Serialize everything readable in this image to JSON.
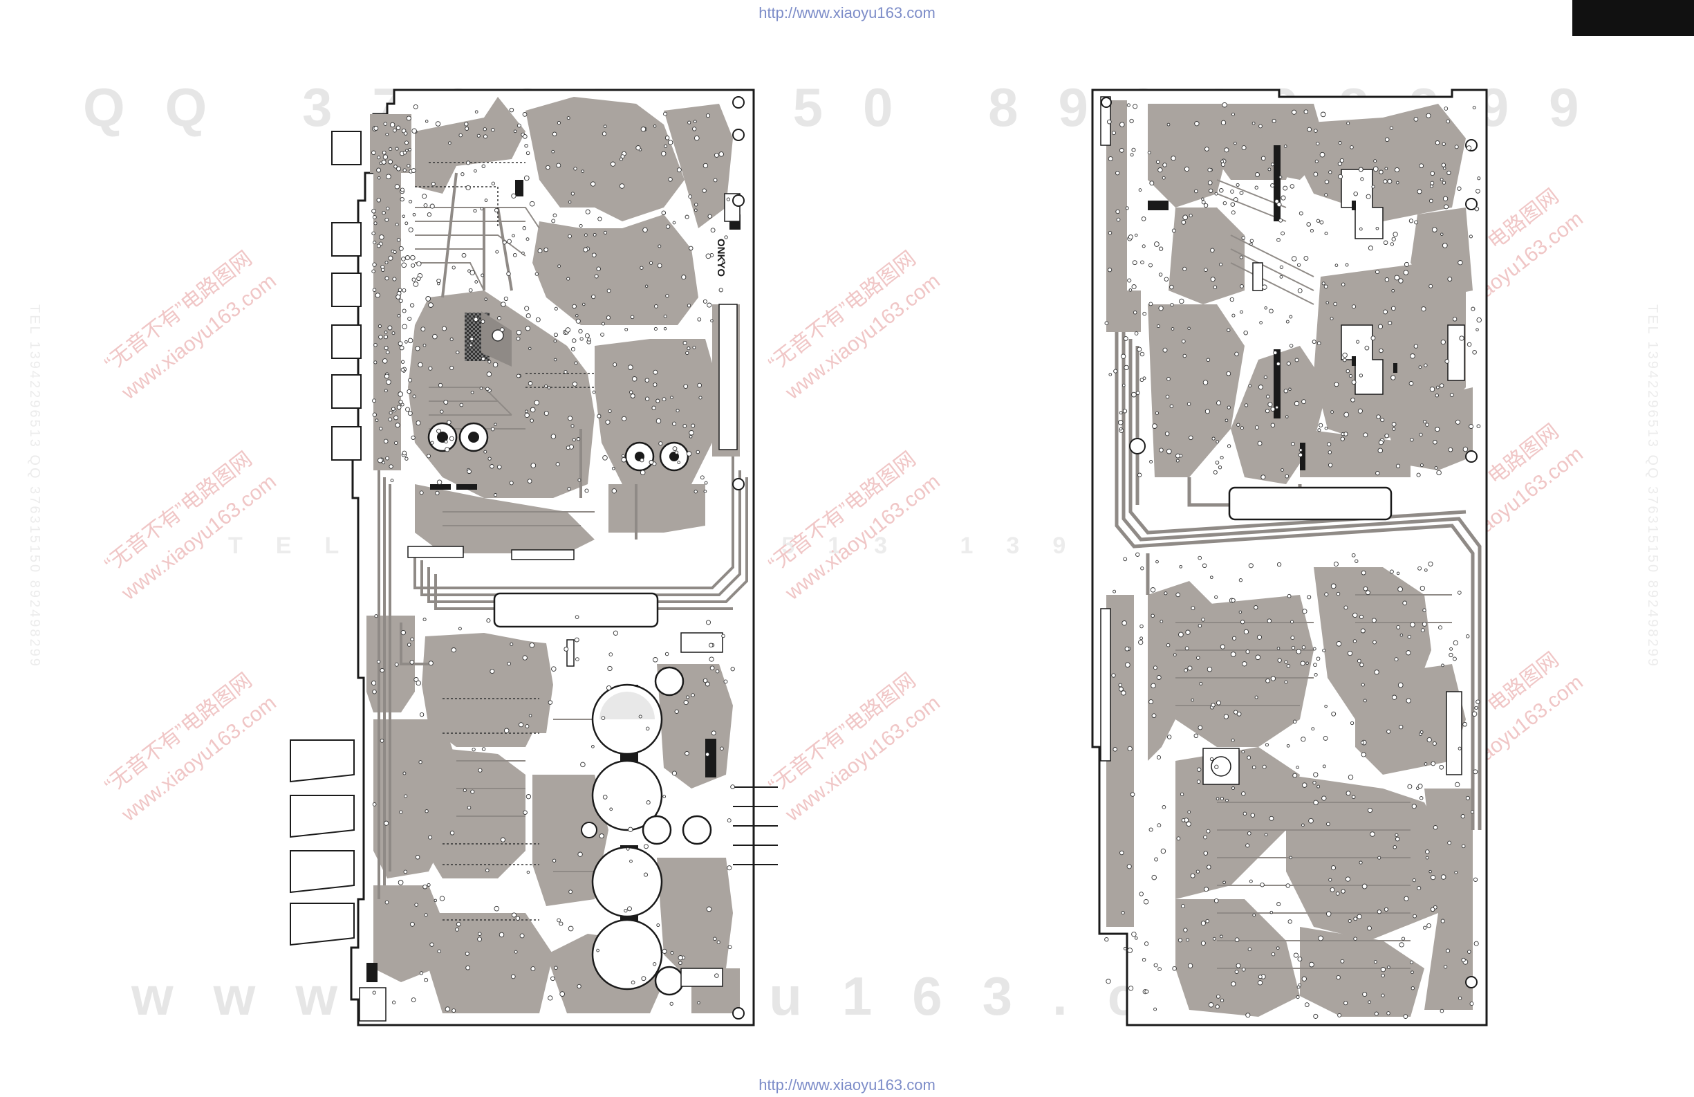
{
  "header": {
    "url": "http://www.xiaoyu163.com"
  },
  "footer": {
    "url": "http://www.xiaoyu163.com"
  },
  "board_left": {
    "brand_mark": "ONKYO"
  },
  "watermarks": {
    "qq_line": "QQ 376315150 892498299",
    "tel_line": "TEL 13942296513 13942296513",
    "www_line": "www.xiaoyu163.com",
    "vertical_left": "TEL 13942296513 QQ 376315150 892498299",
    "vertical_right": "TEL 13942296513 QQ 376315150 892498299",
    "red_stamps": [
      {
        "cn": "“无音不有”电路图网",
        "en": "www.xiaoyu163.com"
      },
      {
        "cn": "“无音不有”电路图网",
        "en": "www.xiaoyu163.com"
      },
      {
        "cn": "“无音不有”电路图网",
        "en": "www.xiaoyu163.com"
      },
      {
        "cn": "“无音不有”电路图网",
        "en": "www.xiaoyu163.com"
      },
      {
        "cn": "“无音不有”电路图网",
        "en": "www.xiaoyu163.com"
      },
      {
        "cn": "“无音不有”电路图网",
        "en": "www.xiaoyu163.com"
      },
      {
        "cn": "“无音不有”电路图网",
        "en": "www.xiaoyu163.com"
      },
      {
        "cn": "“无音不有”电路图网",
        "en": "www.xiaoyu163.com"
      },
      {
        "cn": "“无音不有”电路图网",
        "en": "www.xiaoyu163.com"
      }
    ]
  },
  "colors": {
    "copper": "#aaa49f",
    "trace": "#8f8a86",
    "outline": "#1a1a1a",
    "pad": "#ffffff"
  }
}
